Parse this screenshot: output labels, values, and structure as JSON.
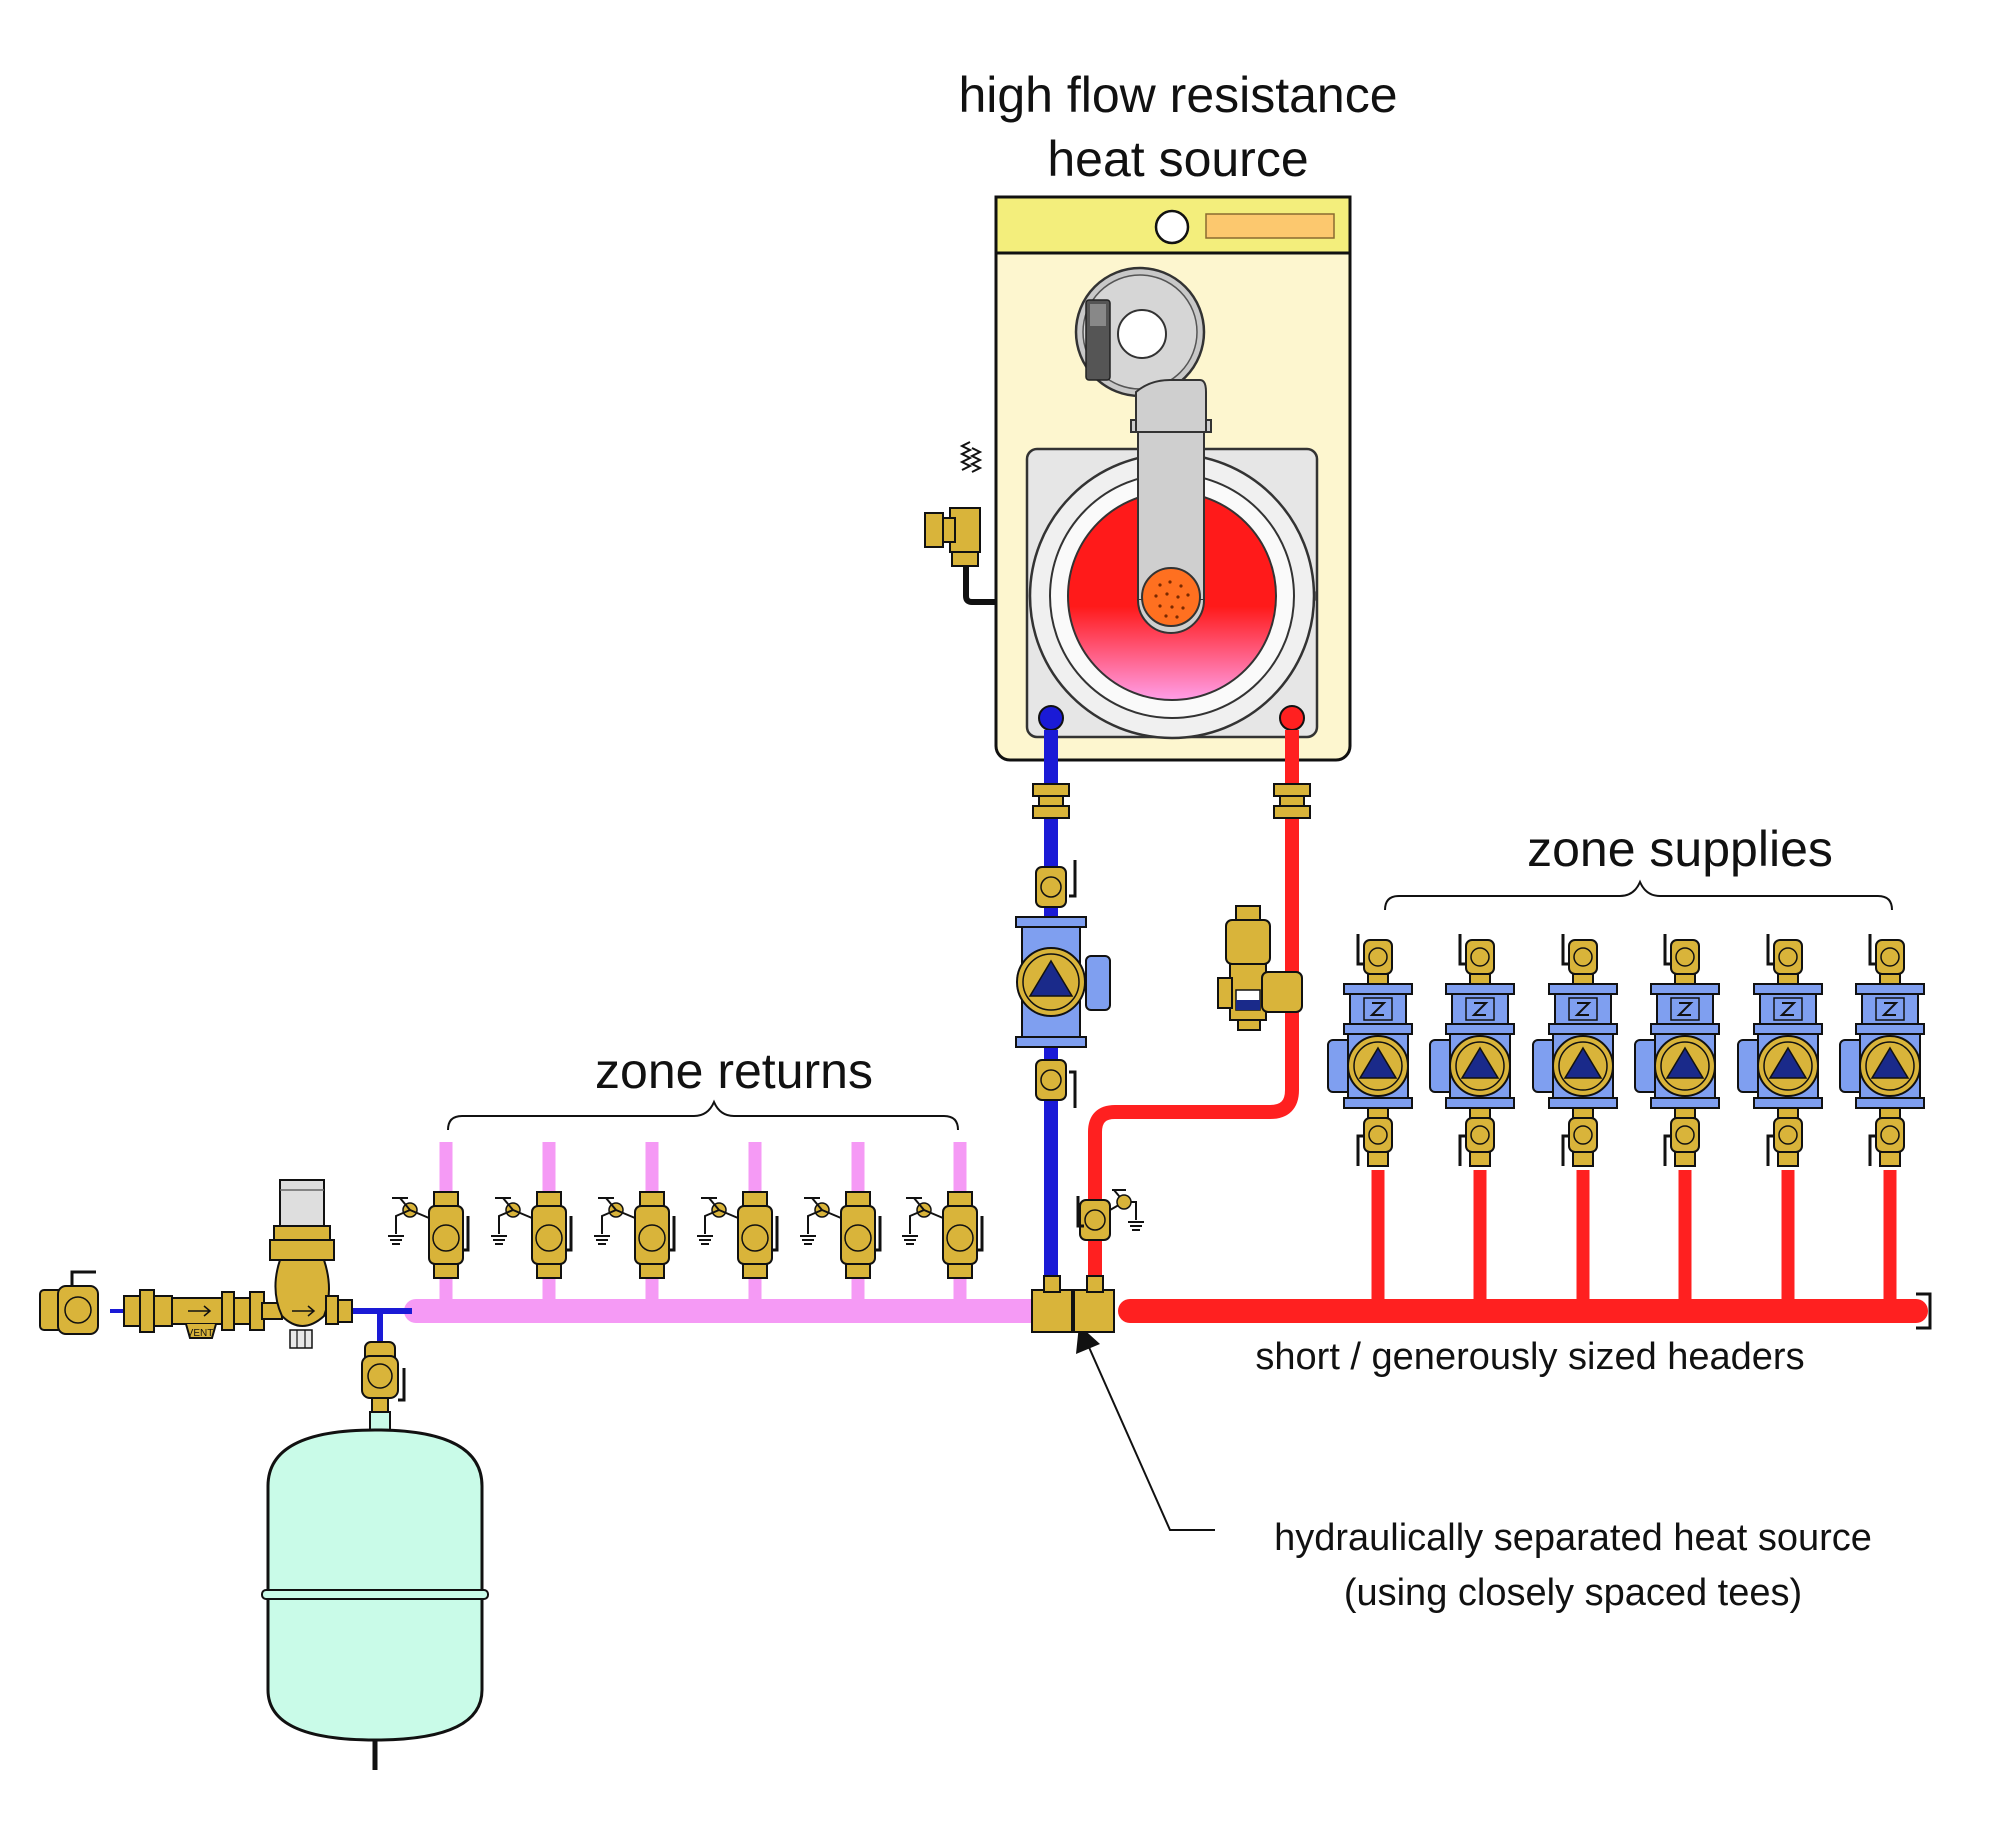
{
  "labels": {
    "heat_source_line1": "high flow resistance",
    "heat_source_line2": "heat source",
    "zone_supplies": "zone supplies",
    "zone_returns": "zone returns",
    "headers_note": "short / generously sized headers",
    "separation_line1": "hydraulically separated heat source",
    "separation_line2": "(using closely spaced tees)",
    "vent_tag": "VENT"
  },
  "colors": {
    "supply_red": "#ff2020",
    "return_pink": "#f59af5",
    "boiler_return_blue": "#1a1ad6",
    "brass": "#d9b43a",
    "pump_blue": "#7f9ff0",
    "tank_green": "#c9fbe8",
    "boiler_cream": "#fdf6cf",
    "boiler_top_yellow": "#f3ee7c",
    "flame_red": "#ff1a1a",
    "flame_pink": "#ff8fe0"
  },
  "icons": [
    "boiler-icon",
    "burner-icon",
    "circulator-pump-icon",
    "zone-valve-icon",
    "ball-valve-icon",
    "expansion-tank-icon",
    "pressure-relief-valve-icon",
    "air-vent-icon",
    "pressure-reducing-valve-icon",
    "backflow-preventer-icon"
  ],
  "zone_supply_count": 6,
  "zone_return_count": 6
}
